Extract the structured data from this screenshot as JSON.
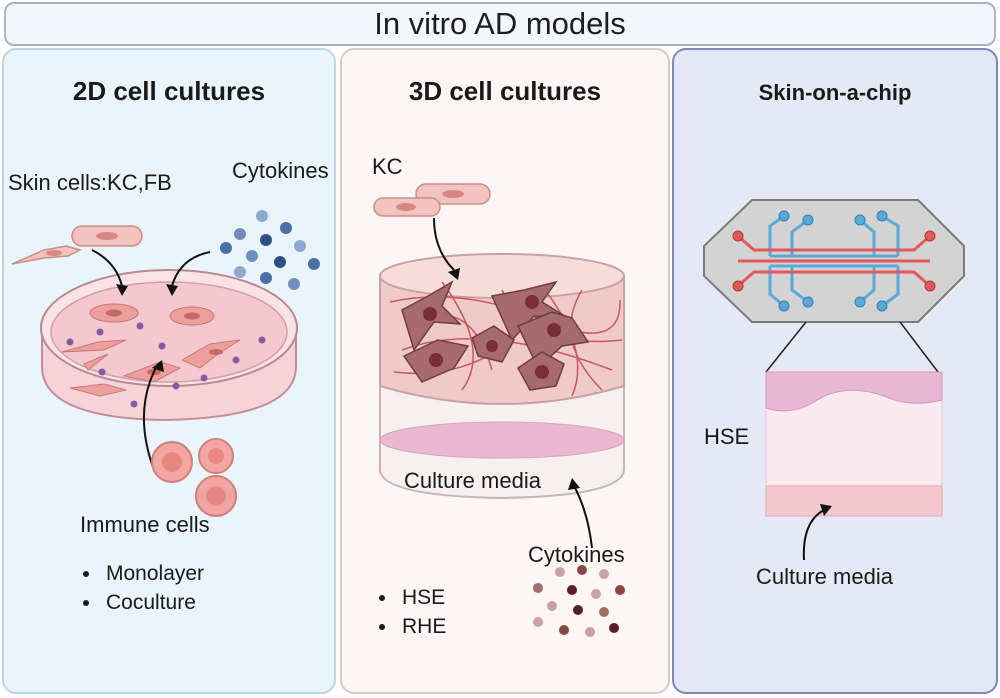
{
  "title": "In vitro AD models",
  "panels": {
    "twoD": {
      "title": "2D cell cultures",
      "skin_cells_label": "Skin cells:KC,FB",
      "cytokines_label": "Cytokines",
      "immune_label": "Immune cells",
      "bullets": [
        "Monolayer",
        "Coculture"
      ]
    },
    "threeD": {
      "title": "3D cell cultures",
      "kc_label": "KC",
      "media_label": "Culture media",
      "cytokines_label": "Cytokines",
      "bullets": [
        "HSE",
        "RHE"
      ]
    },
    "chip": {
      "title": "Skin-on-a-chip",
      "hse_label": "HSE",
      "media_label": "Culture media"
    }
  },
  "colors": {
    "panel_2d_bg": "#eaf5fb",
    "panel_3d_bg": "#fcf6f4",
    "panel_chip_bg": "#e5e9f6",
    "cell_pink": "#e8a7a4",
    "cytokine_blue": "#4b6fa6",
    "cytokine_brown": "#7a3b3b",
    "channel_red": "#e05a5a",
    "channel_blue": "#5aa9d6"
  }
}
